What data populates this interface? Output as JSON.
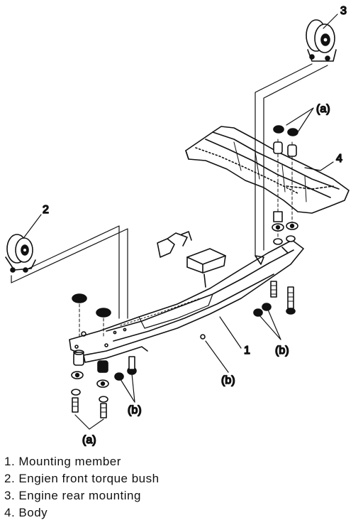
{
  "callouts": {
    "c1": "1",
    "c2": "2",
    "c3": "3",
    "c4": "4",
    "a_top": "(a)",
    "a_bottom": "(a)",
    "b_left": "(b)",
    "b_center": "(b)",
    "b_right": "(b)"
  },
  "legend": [
    "1. Mounting member",
    "2. Engien front torque bush",
    "3. Engine rear mounting",
    "4. Body"
  ]
}
